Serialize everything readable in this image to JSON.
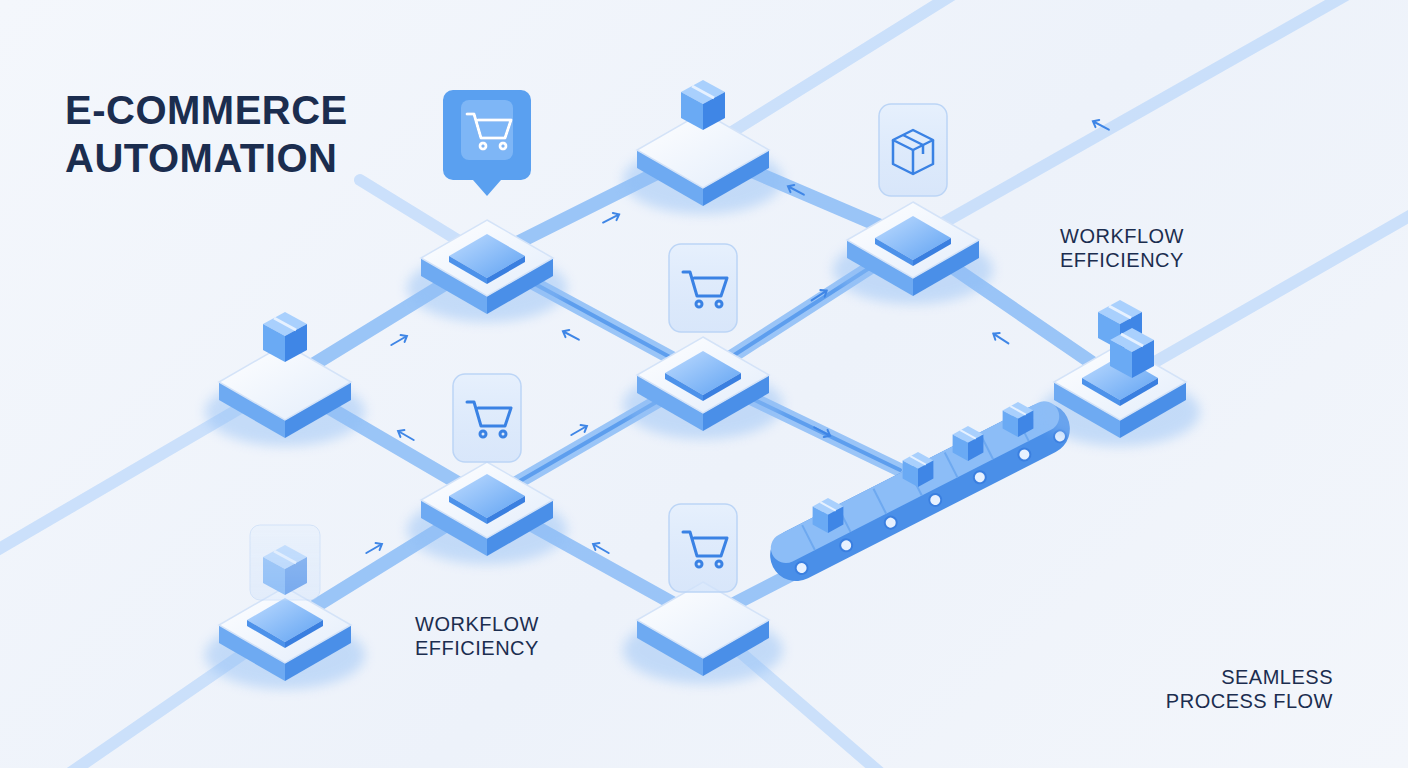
{
  "diagram": {
    "title": "E-COMMERCE AUTOMATION",
    "labels": [
      "WORKFLOW EFFICIENCY",
      "WORKFLOW EFFICIENCY",
      "SEAMLESS PROCESS FLOW"
    ]
  }
}
